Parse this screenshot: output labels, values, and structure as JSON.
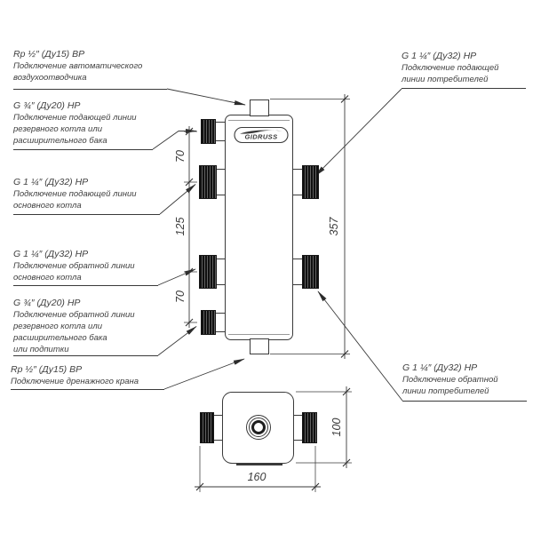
{
  "drawing": {
    "logo": "GIDRUSS",
    "line_color": "#3a3a3a",
    "callouts": {
      "air_vent": {
        "spec": "Rp ½″ (Ду15) ВР",
        "lines": [
          "Подключение автоматического",
          "воздухоотводчика"
        ]
      },
      "reserve_supply": {
        "spec": "G ¾″ (Ду20) НР",
        "lines": [
          "Подключение подающей линии",
          "резервного котла или",
          "расширительного бака"
        ]
      },
      "main_supply": {
        "spec": "G 1 ¼″ (Ду32) НР",
        "lines": [
          "Подключение подающей линии",
          "основного котла"
        ]
      },
      "main_return": {
        "spec": "G 1 ¼″ (Ду32) НР",
        "lines": [
          "Подключение обратной линии",
          "основного котла"
        ]
      },
      "reserve_return": {
        "spec": "G ¾″ (Ду20) НР",
        "lines": [
          "Подключение обратной линии",
          "резервного котла или",
          "расширительного бака",
          "или подпитки"
        ]
      },
      "drain": {
        "spec": "Rp ½″ (Ду15) ВР",
        "lines": [
          "Подключение дренажного крана"
        ]
      },
      "consumers_supply": {
        "spec": "G 1 ¼″ (Ду32) НР",
        "lines": [
          "Подключение подающей",
          "линии потребителей"
        ]
      },
      "consumers_return": {
        "spec": "G 1 ¼″ (Ду32) НР",
        "lines": [
          "Подключение обратной",
          "линии потребителей"
        ]
      }
    },
    "dimensions": {
      "port_spacing_top": "70",
      "port_spacing_middle": "125",
      "port_spacing_bottom": "70",
      "overall_height": "357",
      "body_depth": "100",
      "overall_width": "160"
    }
  }
}
